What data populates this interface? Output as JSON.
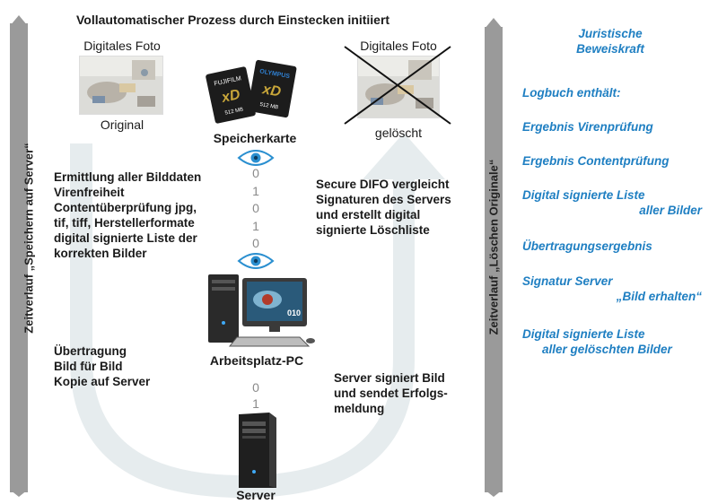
{
  "header": {
    "title": "Vollautomatischer Prozess durch Einstecken initiiert"
  },
  "left_axis": {
    "label": "Zeitverlauf „Speichern auf Server“"
  },
  "right_axis": {
    "label": "Zeitverlauf „Löschen Originale“"
  },
  "photo_original": {
    "title": "Digitales Foto",
    "caption": "Original"
  },
  "photo_deleted": {
    "title": "Digitales Foto",
    "caption": "gelöscht"
  },
  "memory_card": {
    "label": "Speicherkarte",
    "card1": {
      "brand": "FUJIFILM",
      "model": "xD",
      "size": "512 MB"
    },
    "card2": {
      "brand": "OLYMPUS",
      "model": "xD",
      "size": "512 MB"
    }
  },
  "workstation": {
    "label": "Arbeitsplatz-PC",
    "screen_text": "010"
  },
  "server": {
    "label": "Server"
  },
  "bits_upper": [
    "0",
    "1",
    "0",
    "1",
    "0"
  ],
  "bits_lower": [
    "0",
    "1"
  ],
  "text_left_upper": [
    "Ermittlung aller Bilddaten",
    "Virenfreiheit",
    "Contentüberprüfung jpg,",
    "tif, tiff, Herstellerformate",
    "digital signierte Liste der",
    "korrekten Bilder"
  ],
  "text_left_lower": [
    "Übertragung",
    "Bild für Bild",
    "Kopie auf Server"
  ],
  "text_right_upper": [
    "Secure DIFO vergleicht",
    "Signaturen des Servers",
    "und erstellt digital",
    "signierte Löschliste"
  ],
  "text_right_lower": [
    "Server signiert Bild",
    "und sendet Erfolgs-",
    "meldung"
  ],
  "panel": {
    "title_line1": "Juristische",
    "title_line2": "Beweiskraft",
    "logbook": "Logbuch enthält:",
    "virus": "Ergebnis Virenprüfung",
    "content": "Ergebnis Contentprüfung",
    "signed_list_line1": "Digital signierte Liste",
    "signed_list_line2": "aller Bilder",
    "transfer": "Übertragungsergebnis",
    "signature_line1": "Signatur Server",
    "signature_line2": "„Bild erhalten“",
    "deleted_list_line1": "Digital signierte Liste",
    "deleted_list_line2": "aller gelöschten Bilder"
  },
  "colors": {
    "accent_text": "#1f7fc2",
    "arrow": "#e6ecee",
    "bar": "#9a9a9a",
    "eye": "#2a8fd0"
  }
}
